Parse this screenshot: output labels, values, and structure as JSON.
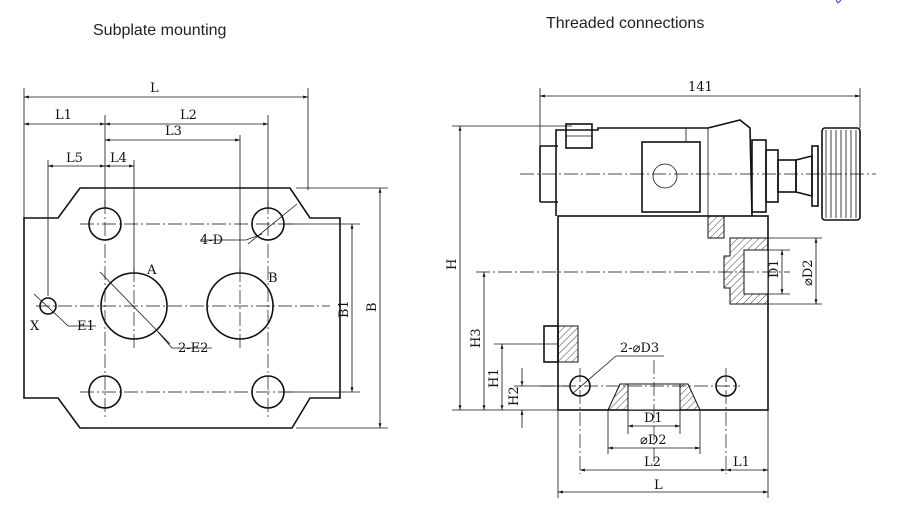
{
  "captions": {
    "left": "Subplate mounting",
    "right": "Threaded connections"
  },
  "left_labels": {
    "L": "L",
    "L1": "L1",
    "L2": "L2",
    "L3": "L3",
    "L5": "L5",
    "L4": "L4",
    "A": "A",
    "B_port": "B",
    "hole": "4-D",
    "X": "X",
    "E1": "E1",
    "E2": "2-E2",
    "B1": "B1",
    "B": "B"
  },
  "right_labels": {
    "dim141": "141",
    "H": "H",
    "H3": "H3",
    "H1": "H1",
    "H2": "H2",
    "D1_side": "D1",
    "D2_side": "⌀D2",
    "D3": "2-⌀D3",
    "D1_bottom": "D1",
    "D2_bottom": "⌀D2",
    "L2": "L2",
    "L1": "L1",
    "L": "L"
  },
  "colors": {
    "line": "#111111",
    "accent_blue": "#1f3fb0"
  }
}
